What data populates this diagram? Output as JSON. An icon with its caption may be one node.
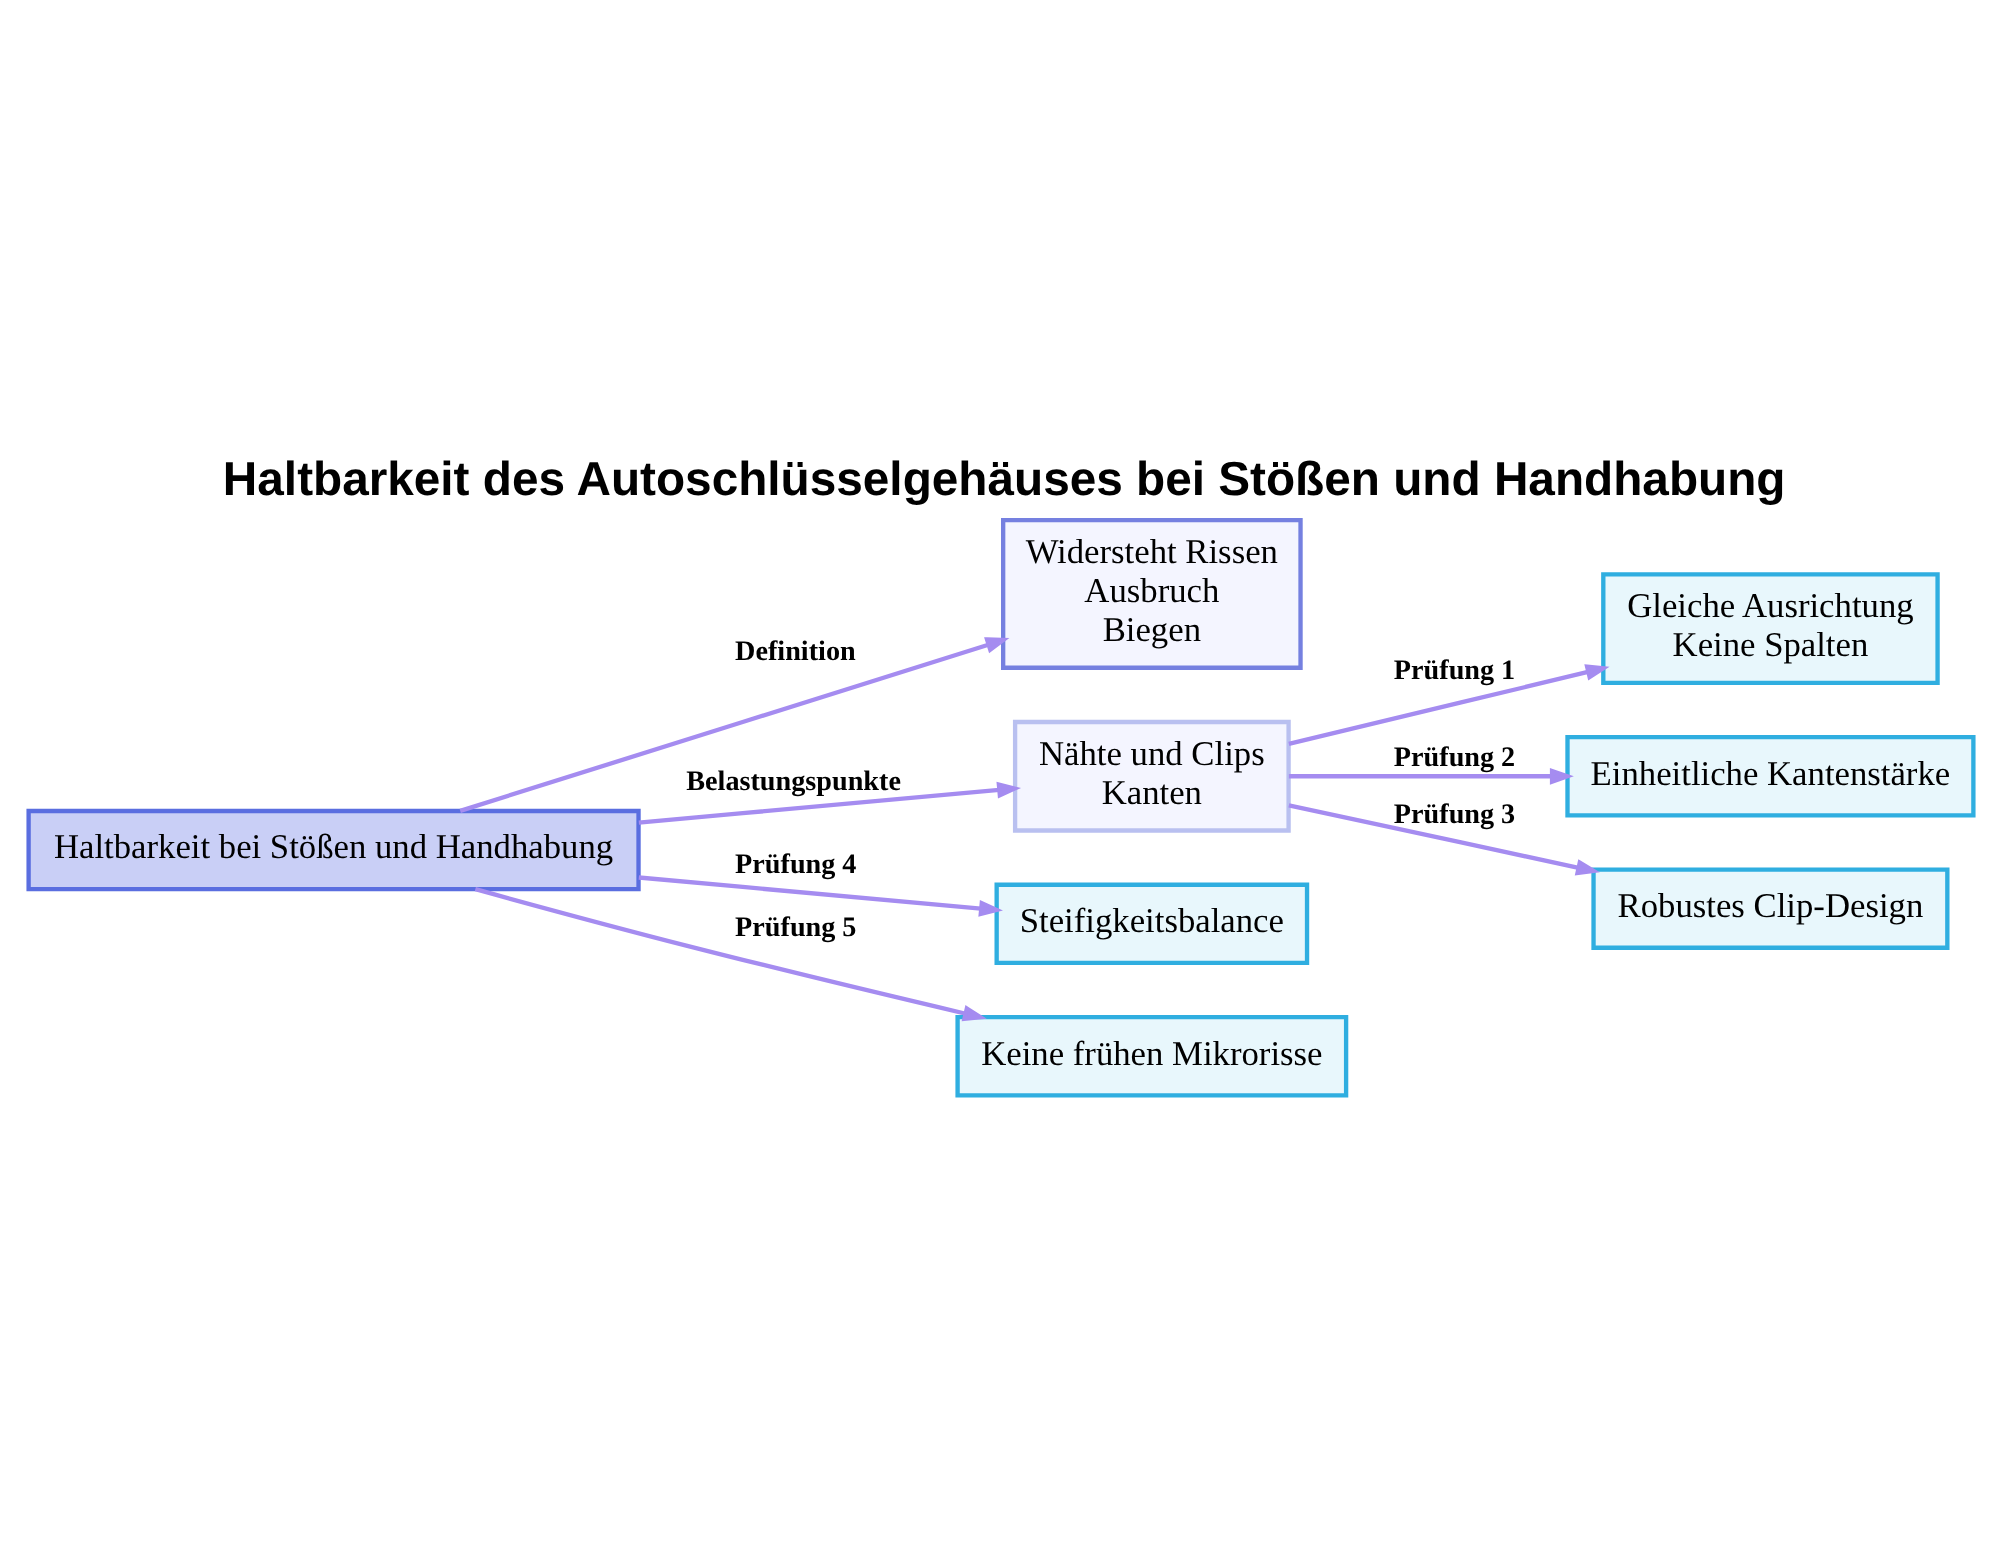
{
  "diagram": {
    "title": "Haltbarkeit des Autoschlüsselgehäuses bei Stößen und Handhabung",
    "nodes": [
      {
        "text": [
          "Haltbarkeit bei Stößen und Handhabung"
        ]
      },
      {
        "text": [
          "Widersteht Rissen",
          "Ausbruch",
          "Biegen"
        ]
      },
      {
        "text": [
          "Nähte und Clips",
          "Kanten"
        ]
      },
      {
        "text": [
          "Gleiche Ausrichtung",
          "Keine Spalten"
        ]
      },
      {
        "text": [
          "Einheitliche Kantenstärke"
        ]
      },
      {
        "text": [
          "Robustes Clip-Design"
        ]
      },
      {
        "text": [
          "Steifigkeitsbalance"
        ]
      },
      {
        "text": [
          "Keine frühen Mikrorisse"
        ]
      }
    ],
    "edges": [
      {
        "from": 0,
        "to": 1,
        "arrow": "to",
        "label": "Definition"
      },
      {
        "from": 0,
        "to": 2,
        "arrow": "to",
        "label": "Belastungspunkte"
      },
      {
        "from": 2,
        "to": 3,
        "arrow": "to",
        "label": "Prüfung 1"
      },
      {
        "from": 2,
        "to": 4,
        "arrow": "to",
        "label": "Prüfung 2"
      },
      {
        "from": 2,
        "to": 5,
        "arrow": "to",
        "label": "Prüfung 3"
      },
      {
        "from": 0,
        "to": 6,
        "arrow": "to",
        "label": "Prüfung 4"
      },
      {
        "from": 0,
        "to": 7,
        "arrow": "to",
        "label": "Prüfung 5"
      }
    ]
  }
}
